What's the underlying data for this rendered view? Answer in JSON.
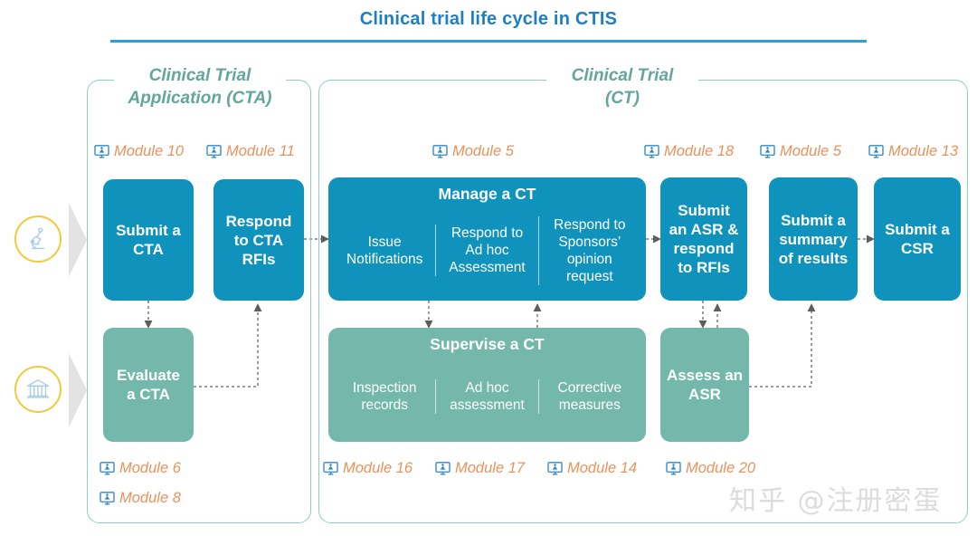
{
  "header": {
    "title": "Clinical trial life cycle in CTIS"
  },
  "panels": {
    "cta": {
      "caption_line1": "Clinical Trial",
      "caption_line2": "Application (CTA)"
    },
    "ct": {
      "caption_line1": "Clinical Trial",
      "caption_line2": "(CT)"
    }
  },
  "actors": [
    {
      "name": "sponsor-icon",
      "icon": "microscope-icon"
    },
    {
      "name": "authority-icon",
      "icon": "institution-icon"
    }
  ],
  "modules": {
    "m10": "Module 10",
    "m11": "Module 11",
    "m5a": "Module 5",
    "m18": "Module 18",
    "m5b": "Module 5",
    "m13": "Module 13",
    "m6": "Module 6",
    "m8": "Module 8",
    "m16": "Module 16",
    "m17": "Module 17",
    "m14": "Module 14",
    "m20": "Module 20"
  },
  "boxes": {
    "submit_cta": {
      "label": "Submit a\nCTA",
      "color": "#0f93bc"
    },
    "respond_cta_rfi": {
      "label": "Respond\nto CTA\nRFIs",
      "color": "#0f93bc"
    },
    "evaluate_cta": {
      "label": "Evaluate\na CTA",
      "color": "#73b8ab"
    },
    "manage_ct": {
      "title": "Manage a CT",
      "color": "#0f93bc",
      "columns": [
        "Issue\nNotifications",
        "Respond to\nAd hoc\nAssessment",
        "Respond to\nSponsors’\nopinion\nrequest"
      ]
    },
    "supervise_ct": {
      "title": "Supervise a CT",
      "color": "#73b8ab",
      "columns": [
        "Inspection\nrecords",
        "Ad hoc\nassessment",
        "Corrective\nmeasures"
      ]
    },
    "submit_asr": {
      "label": "Submit\nan ASR &\nrespond\nto RFIs",
      "color": "#0f93bc"
    },
    "submit_summary": {
      "label": "Submit a\nsummary\nof results",
      "color": "#0f93bc"
    },
    "submit_csr": {
      "label": "Submit a\nCSR",
      "color": "#0f93bc"
    },
    "assess_asr": {
      "label": "Assess an\nASR",
      "color": "#73b8ab"
    }
  },
  "colors": {
    "title_blue": "#1f7fc4",
    "rule_blue": "#2e9fd4",
    "panel_border": "#8ccfc9",
    "panel_caption": "#63a69c",
    "module_orange": "#e8935c",
    "box_blue": "#0f93bc",
    "box_green": "#73b8ab",
    "actor_ring": "#f2c93b",
    "connector": "#6d6d6d"
  },
  "watermark": {
    "text": "知乎 @注册密蛋"
  }
}
